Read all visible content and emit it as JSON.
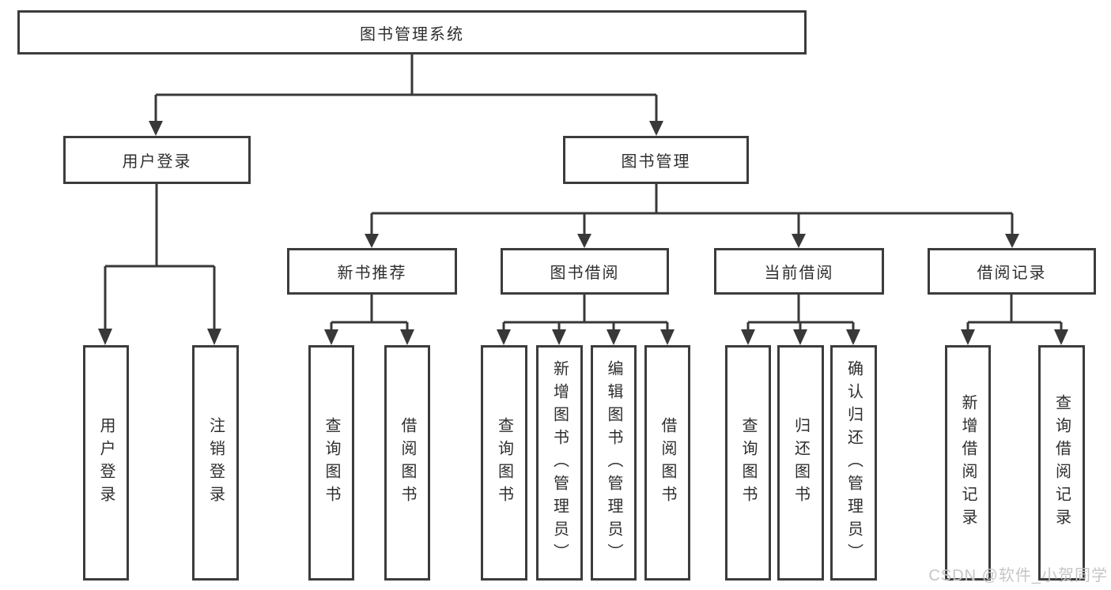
{
  "diagram_type": "hierarchy",
  "tree": {
    "root": "图书管理系统",
    "user": {
      "label": "用户登录",
      "children": [
        "用户登录",
        "注销登录"
      ]
    },
    "book": {
      "label": "图书管理",
      "sections": [
        {
          "label": "新书推荐",
          "children": [
            "查询图书",
            "借阅图书"
          ]
        },
        {
          "label": "图书借阅",
          "children": [
            "查询图书",
            "新增图书（管理员）",
            "编辑图书（管理员）",
            "借阅图书"
          ]
        },
        {
          "label": "当前借阅",
          "children": [
            "查询图书",
            "归还图书",
            "确认归还（管理员）"
          ]
        },
        {
          "label": "借阅记录",
          "children": [
            "新增借阅记录",
            "查询借阅记录"
          ]
        }
      ]
    }
  },
  "watermark": "CSDN @软件_小贺同学",
  "colors": {
    "background": "#ffffff",
    "box_border": "#3c3c3c",
    "connector": "#383838",
    "text": "#2e2e2e",
    "watermark": "#c6c6c6"
  }
}
